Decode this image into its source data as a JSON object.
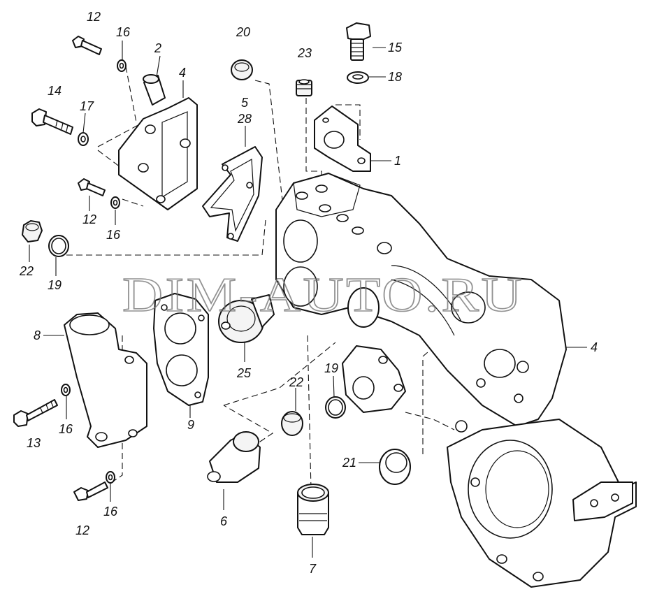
{
  "watermark": "DIM-AUTO.RU",
  "callouts": {
    "c1": "1",
    "c2": "2",
    "c4a": "4",
    "c4b": "4",
    "c5": "5",
    "c6": "6",
    "c7": "7",
    "c8": "8",
    "c9": "9",
    "c12a": "12",
    "c12b": "12",
    "c12c": "12",
    "c13": "13",
    "c14": "14",
    "c15": "15",
    "c16a": "16",
    "c16b": "16",
    "c16c": "16",
    "c16d": "16",
    "c17": "17",
    "c18": "18",
    "c19a": "19",
    "c19b": "19",
    "c20": "20",
    "c21": "21",
    "c22a": "22",
    "c22b": "22",
    "c23": "23",
    "c25": "25",
    "c28": "28"
  }
}
